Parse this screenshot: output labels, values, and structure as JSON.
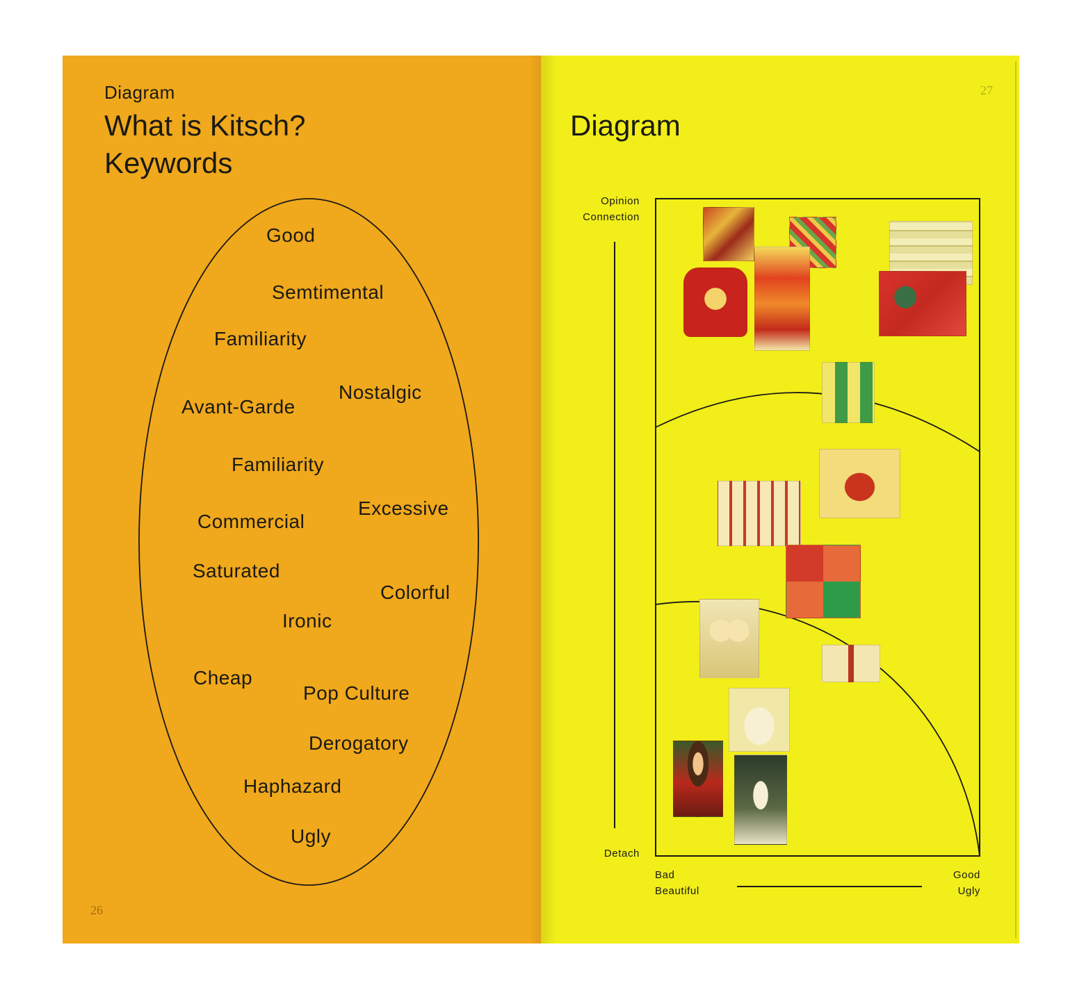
{
  "left_page": {
    "kicker": "Diagram",
    "title_line1": "What is Kitsch?",
    "title_line2": "Keywords",
    "page_number": "26",
    "keywords": {
      "good": "Good",
      "semtimental": "Semtimental",
      "familiarity_1": "Familiarity",
      "avant_garde": "Avant-Garde",
      "nostalgic": "Nostalgic",
      "familiarity_2": "Familiarity",
      "commercial": "Commercial",
      "excessive": "Excessive",
      "saturated": "Saturated",
      "colorful": "Colorful",
      "ironic": "Ironic",
      "cheap": "Cheap",
      "pop_culture": "Pop Culture",
      "derogatory": "Derogatory",
      "haphazard": "Haphazard",
      "ugly": "Ugly"
    }
  },
  "right_page": {
    "title": "Diagram",
    "page_number": "27",
    "y_axis": {
      "top_line1": "Opinion",
      "top_line2": "Connection",
      "bottom": "Detach"
    },
    "x_axis": {
      "left_line1": "Bad",
      "left_line2": "Beautiful",
      "right_line1": "Good",
      "right_line2": "Ugly"
    },
    "images": [
      {
        "name": "chinese-poster-collage-image"
      },
      {
        "name": "candy-packages-image"
      },
      {
        "name": "magazine-clippings-image"
      },
      {
        "name": "cartoon-backpack-image"
      },
      {
        "name": "red-gold-poster-image"
      },
      {
        "name": "colorful-room-image"
      },
      {
        "name": "monkey-pattern-wrap-image"
      },
      {
        "name": "balloon-dog-image"
      },
      {
        "name": "soup-cans-grid-image"
      },
      {
        "name": "marilyn-pop-grid-image"
      },
      {
        "name": "teddy-bear-figurines-image"
      },
      {
        "name": "open-book-image"
      },
      {
        "name": "porcelain-couple-figurine-image"
      },
      {
        "name": "religious-painting-image"
      },
      {
        "name": "ballerina-figurine-image"
      }
    ]
  },
  "colors": {
    "left_page_bg": "#f0a81c",
    "right_page_bg": "#f1ee1a",
    "ink": "#1a1a14"
  }
}
